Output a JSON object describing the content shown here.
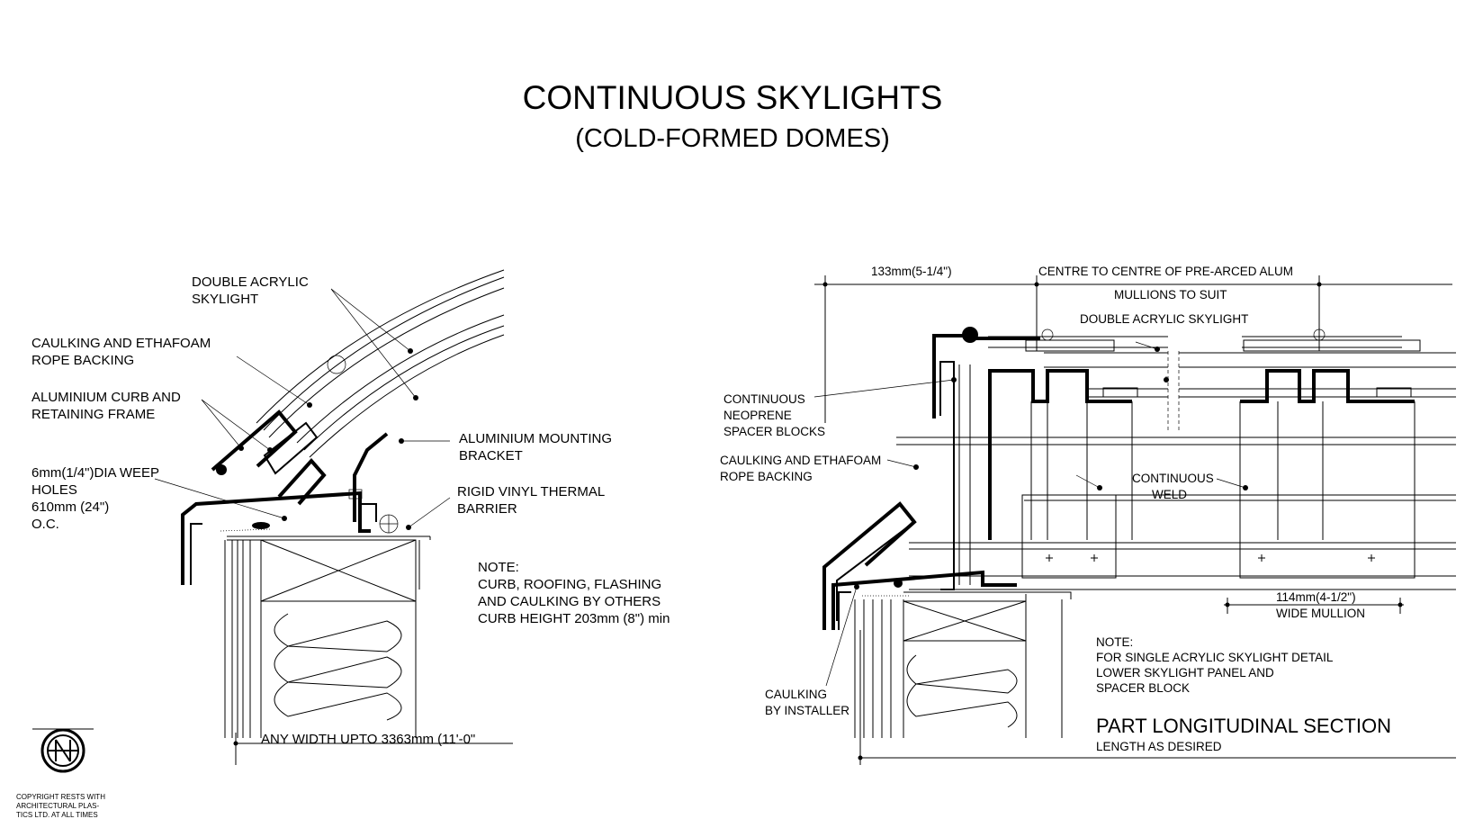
{
  "title": "CONTINUOUS SKYLIGHTS",
  "subtitle": "(COLD-FORMED DOMES)",
  "left_detail": {
    "labels": {
      "double_acrylic_1": "DOUBLE ACRYLIC",
      "double_acrylic_2": "SKYLIGHT",
      "caulking_1": "CAULKING AND ETHAFOAM",
      "caulking_2": "ROPE BACKING",
      "curb_1": "ALUMINIUM CURB AND",
      "curb_2": "RETAINING FRAME",
      "weep_1": "6mm(1/4\")DIA WEEP",
      "weep_2": "HOLES",
      "weep_3": "610mm (24\")",
      "weep_4": "O.C.",
      "bracket_1": "ALUMINIUM MOUNTING",
      "bracket_2": "BRACKET",
      "vinyl_1": "RIGID VINYL THERMAL",
      "vinyl_2": "BARRIER",
      "width": "ANY WIDTH UPTO 3363mm (11'-0\""
    },
    "note": {
      "heading": "NOTE:",
      "line1": "CURB, ROOFING, FLASHING",
      "line2": "AND CAULKING BY OTHERS",
      "line3": "CURB HEIGHT 203mm (8\") min"
    }
  },
  "right_detail": {
    "labels": {
      "dim_133": "133mm(5-1/4\")",
      "centre_1": "CENTRE TO CENTRE OF PRE-ARCED ALUM",
      "centre_2": "MULLIONS TO SUIT",
      "double_acrylic": "DOUBLE ACRYLIC SKYLIGHT",
      "neoprene_1": "CONTINUOUS",
      "neoprene_2": "NEOPRENE",
      "neoprene_3": "SPACER BLOCKS",
      "caulking_1": "CAULKING AND ETHAFOAM",
      "caulking_2": "ROPE BACKING",
      "weld_1": "CONTINUOUS",
      "weld_2": "WELD",
      "dim_114": "114mm(4-1/2\")",
      "wide_mullion": "WIDE MULLION",
      "installer_1": "CAULKING",
      "installer_2": "BY INSTALLER"
    },
    "note": {
      "heading": "NOTE:",
      "line1": "FOR SINGLE ACRYLIC SKYLIGHT DETAIL",
      "line2": "LOWER SKYLIGHT PANEL AND",
      "line3": "SPACER BLOCK"
    },
    "section_title": "PART LONGITUDINAL SECTION",
    "section_subtitle": "LENGTH AS DESIRED"
  },
  "copyright": {
    "line1": "COPYRIGHT RESTS  WITH",
    "line2": "ARCHITECTURAL    PLAS-",
    "line3": "TICS LTD.  AT   ALL  TIMES"
  }
}
